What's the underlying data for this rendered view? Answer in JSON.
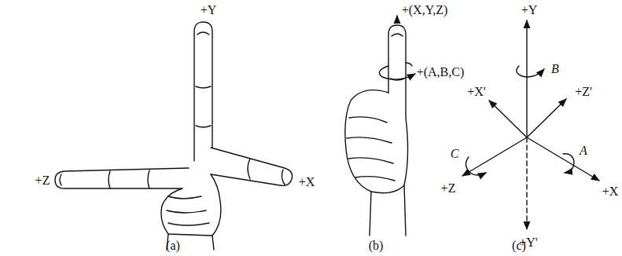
{
  "diagram": {
    "labels": [
      "+Y",
      "+Z",
      "+X",
      "(a)",
      "+(X,Y,Z)",
      "+(A,B,C)",
      "(b)",
      "+Y",
      "B",
      "+X'",
      "+Z'",
      "+Z",
      "C",
      "A",
      "+X",
      "+Y'",
      "(c)"
    ]
  }
}
